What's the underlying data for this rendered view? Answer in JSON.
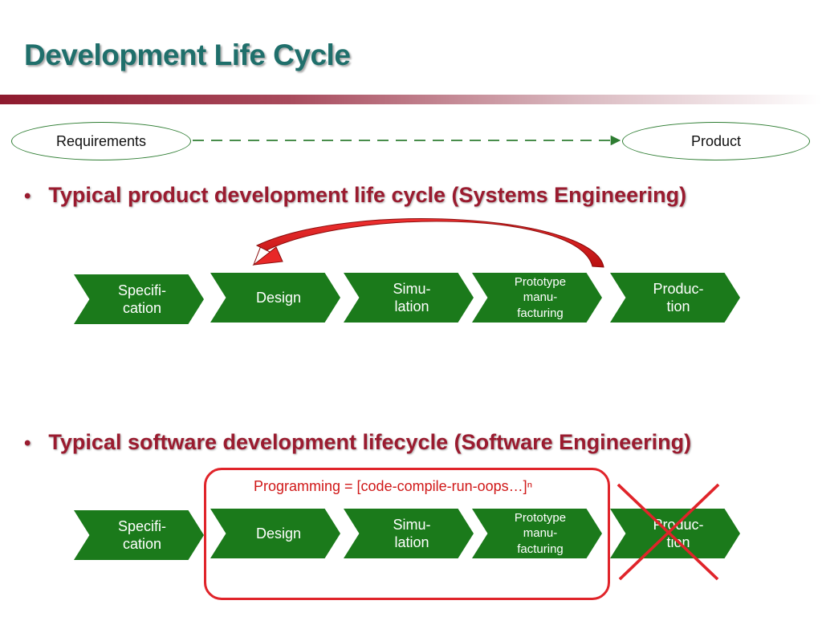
{
  "title": "Development Life Cycle",
  "flow": {
    "start": "Requirements",
    "end": "Product"
  },
  "sections": [
    {
      "bullet": "Typical product development life cycle (Systems Engineering)",
      "steps": [
        "Specifi-\ncation",
        "Design",
        "Simu-\nlation",
        "Prototype\nmanu-\nfacturing",
        "Produc-\ntion"
      ]
    },
    {
      "bullet": "Typical software development lifecycle (Software Engineering)",
      "programming_label": "Programming = [code-compile-run-oops…]ⁿ",
      "steps": [
        "Specifi-\ncation",
        "Design",
        "Simu-\nlation",
        "Prototype\nmanu-\nfacturing",
        "Produc-\ntion"
      ]
    }
  ],
  "colors": {
    "title": "#1f6f6b",
    "bullet": "#9a1b2f",
    "chevron": "#1b7a1b",
    "highlight": "#e0242a"
  }
}
